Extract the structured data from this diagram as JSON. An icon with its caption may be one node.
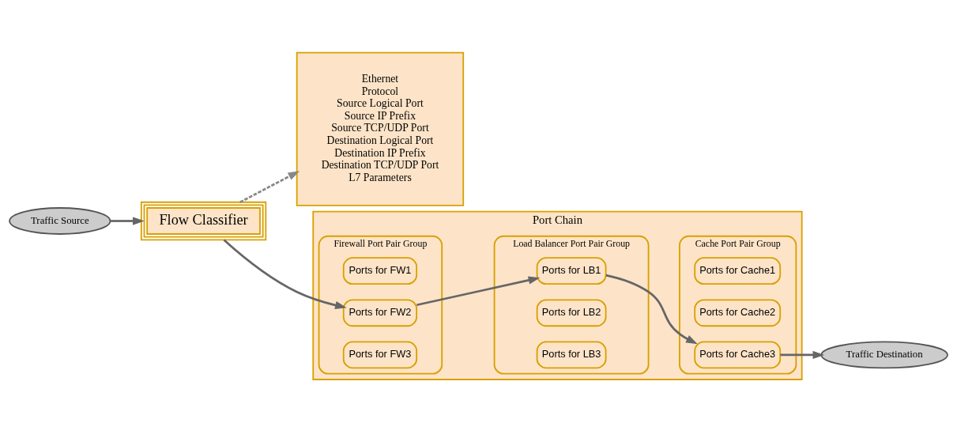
{
  "diagram": {
    "nodes": [
      {
        "text": [
          "Flow Classifier"
        ]
      },
      {
        "text": [
          "Ethernet",
          "Protocol",
          "Source Logical Port",
          "Source IP Prefix",
          "Source TCP/UDP Port",
          "Destination Logical Port",
          "Destination IP Prefix",
          "Destination TCP/UDP Port",
          "L7 Parameters"
        ]
      },
      {
        "text": [
          "Traffic Source"
        ]
      },
      {
        "text": [
          "Port Chain"
        ]
      },
      {
        "text": [
          "Firewall Port Pair Group"
        ],
        "in": 3
      },
      {
        "text": [
          "Ports for FW1"
        ],
        "in": 4
      },
      {
        "text": [
          "Ports for FW2"
        ],
        "in": 4
      },
      {
        "text": [
          "Ports for FW3"
        ],
        "in": 4
      },
      {
        "text": [
          "Load Balancer Port Pair Group"
        ],
        "in": 3
      },
      {
        "text": [
          "Ports for LB1"
        ],
        "in": 8
      },
      {
        "text": [
          "Ports for LB2"
        ],
        "in": 8
      },
      {
        "text": [
          "Ports for LB3"
        ],
        "in": 8
      },
      {
        "text": [
          "Cache Port Pair Group"
        ],
        "in": 3
      },
      {
        "text": [
          "Ports for Cache1"
        ],
        "in": 12
      },
      {
        "text": [
          "Ports for Cache2"
        ],
        "in": 12
      },
      {
        "text": [
          "Ports for Cache3"
        ],
        "in": 12
      },
      {
        "text": [
          "Traffic Destination"
        ]
      }
    ],
    "edges": [
      {
        "from": 2,
        "to": 0,
        "arrow": "to"
      },
      {
        "from": 0,
        "to": 1,
        "arrow": "to",
        "style": "dashed",
        "color": "#888888"
      },
      {
        "from": 0,
        "to": 6,
        "arrow": "to"
      },
      {
        "from": 6,
        "to": 9,
        "arrow": "to"
      },
      {
        "from": 9,
        "to": 15,
        "arrow": "to"
      },
      {
        "from": 15,
        "to": 16,
        "arrow": "to"
      }
    ]
  }
}
